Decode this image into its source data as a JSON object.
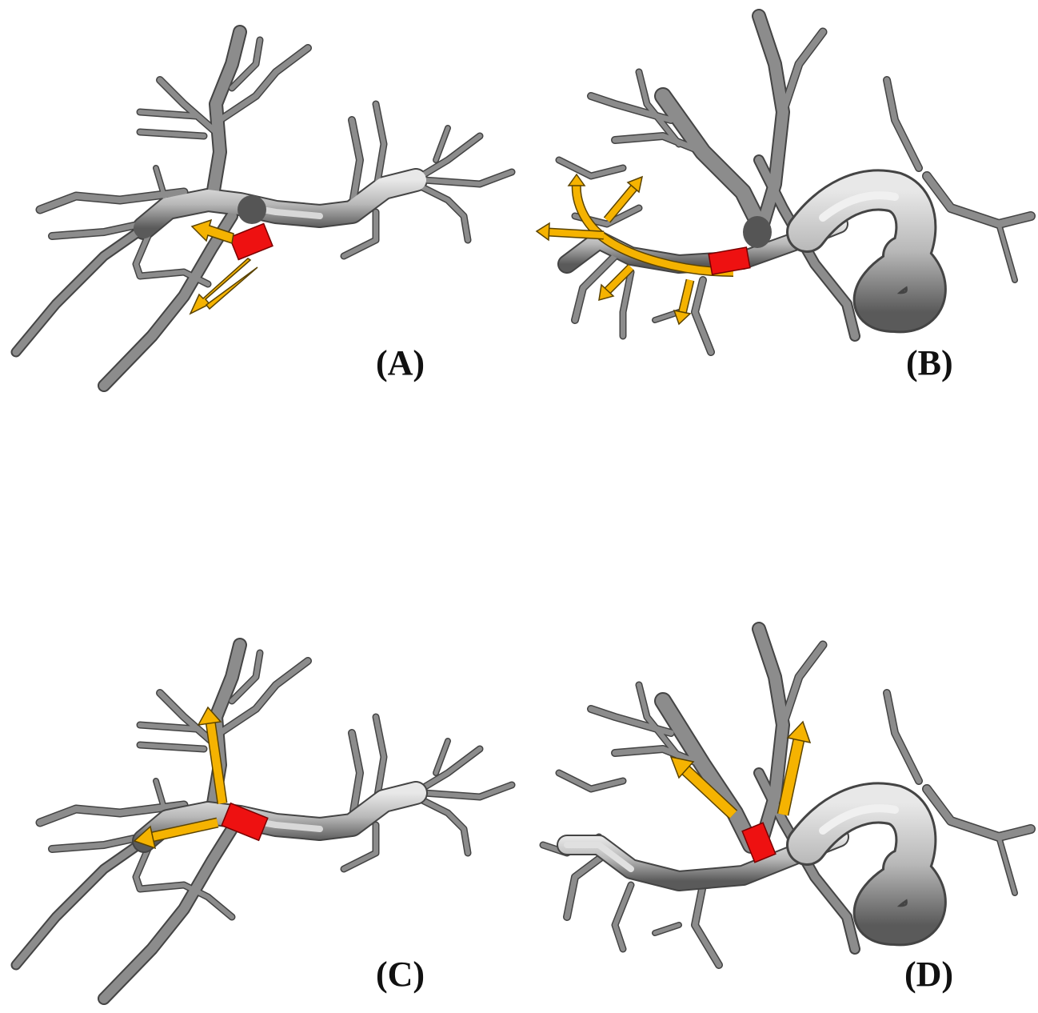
{
  "figure": {
    "panels": [
      {
        "id": "A",
        "label": "(A)"
      },
      {
        "id": "B",
        "label": "(B)"
      },
      {
        "id": "C",
        "label": "(C)"
      },
      {
        "id": "D",
        "label": "(D)"
      }
    ],
    "colors": {
      "vessel_fill": "#8a8a8a",
      "vessel_shadow": "#4a4a4a",
      "vessel_highlight": "#e6e6e6",
      "occlusion_marker": "#ee1111",
      "flow_arrow": "#f5b301",
      "arrow_outline": "#5a4300"
    }
  }
}
